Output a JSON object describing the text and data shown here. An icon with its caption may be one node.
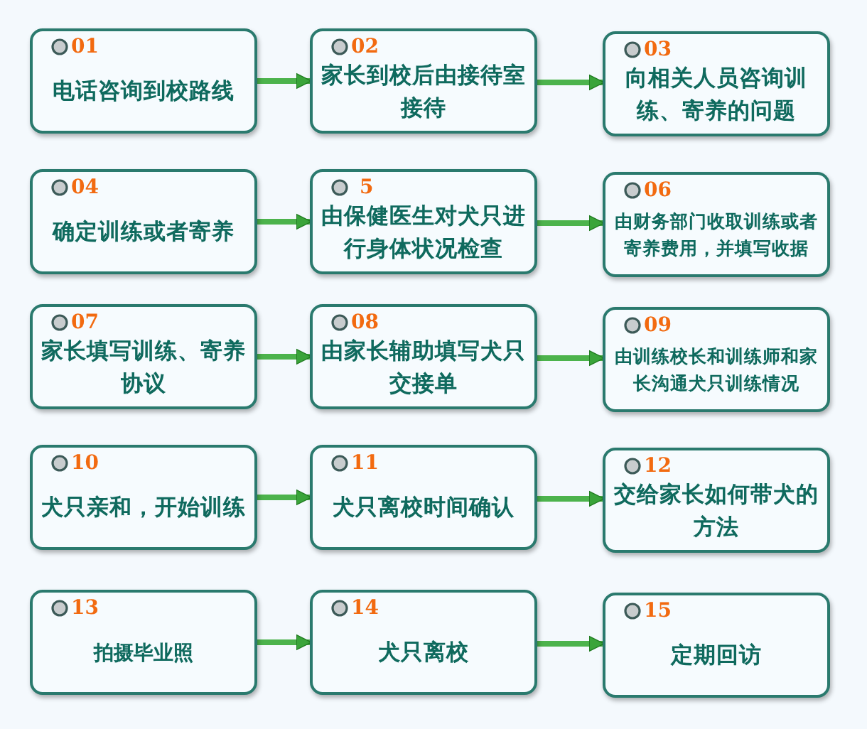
{
  "diagram": {
    "nodes": [
      {
        "text": [
          "01",
          "电话咨询到校路线"
        ]
      },
      {
        "text": [
          "02",
          "家长到校后由接待室接待"
        ]
      },
      {
        "text": [
          "03",
          "向相关人员咨询训练、寄养的问题"
        ]
      },
      {
        "text": [
          "04",
          "确定训练或者寄养"
        ]
      },
      {
        "text": [
          "5",
          "由保健医生对犬只进行身体状况检查"
        ]
      },
      {
        "text": [
          "06",
          "由财务部门收取训练或者寄养费用，并填写收据"
        ]
      },
      {
        "text": [
          "07",
          "家长填写训练、寄养协议"
        ]
      },
      {
        "text": [
          "08",
          "由家长辅助填写犬只交接单"
        ]
      },
      {
        "text": [
          "09",
          "由训练校长和训练师和家长沟通犬只训练情况"
        ]
      },
      {
        "text": [
          "10",
          "犬只亲和，开始训练"
        ]
      },
      {
        "text": [
          "11",
          "犬只离校时间确认"
        ]
      },
      {
        "text": [
          "12",
          "交给家长如何带犬的方法"
        ]
      },
      {
        "text": [
          "13",
          "拍摄毕业照"
        ]
      },
      {
        "text": [
          "14",
          "犬只离校"
        ]
      },
      {
        "text": [
          "15",
          "定期回访"
        ]
      }
    ],
    "edges": [
      {
        "from": 0,
        "to": 1,
        "arrow": "to"
      },
      {
        "from": 1,
        "to": 2,
        "arrow": "to"
      },
      {
        "from": 3,
        "to": 4,
        "arrow": "to"
      },
      {
        "from": 4,
        "to": 5,
        "arrow": "to"
      },
      {
        "from": 6,
        "to": 7,
        "arrow": "to"
      },
      {
        "from": 7,
        "to": 8,
        "arrow": "to"
      },
      {
        "from": 9,
        "to": 10,
        "arrow": "to"
      },
      {
        "from": 10,
        "to": 11,
        "arrow": "to"
      },
      {
        "from": 12,
        "to": 13,
        "arrow": "to"
      },
      {
        "from": 13,
        "to": 14,
        "arrow": "to"
      }
    ]
  }
}
